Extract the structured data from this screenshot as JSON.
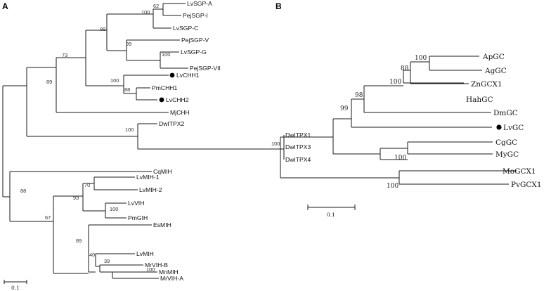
{
  "panels": [
    {
      "id": "A",
      "label": "A",
      "tips": [
        "LvSGP-A",
        "PejSGP-I",
        "LvSGP-C",
        "PejSGP-V",
        "LvSGP-G",
        "PejSGP-VII",
        "LvCHH1",
        "PmCHH1",
        "LvCHH2",
        "MjCHH",
        "DwITPX2",
        "DwITPX1",
        "DwITPX3",
        "DwITPX4",
        "CqMIH",
        "LvMIH-1",
        "LvMIH-2",
        "LvVIH",
        "PmGIH",
        "EsMIH",
        "LvMIH",
        "MrVIH-B",
        "MnMIH",
        "MrVIH-A"
      ],
      "marked": [
        "LvCHH1",
        "LvCHH2"
      ],
      "bootstraps": [
        "62",
        "100",
        "98",
        "99",
        "100",
        "73",
        "100",
        "88",
        "89",
        "100",
        "100",
        "88",
        "70",
        "93",
        "100",
        "67",
        "89",
        "40",
        "39",
        "100"
      ],
      "scale_label": "0.1"
    },
    {
      "id": "B",
      "label": "B",
      "tips": [
        "ApGC",
        "AgGC",
        "ZnGCX1",
        "HahGC",
        "DmGC",
        "LvGC",
        "CgGC",
        "MyGC",
        "MoGCX1",
        "PvGCX1"
      ],
      "marked": [
        "LvGC"
      ],
      "bootstraps": [
        "100",
        "88",
        "100",
        "98",
        "99",
        "100",
        "100"
      ],
      "scale_label": "0.1"
    }
  ]
}
